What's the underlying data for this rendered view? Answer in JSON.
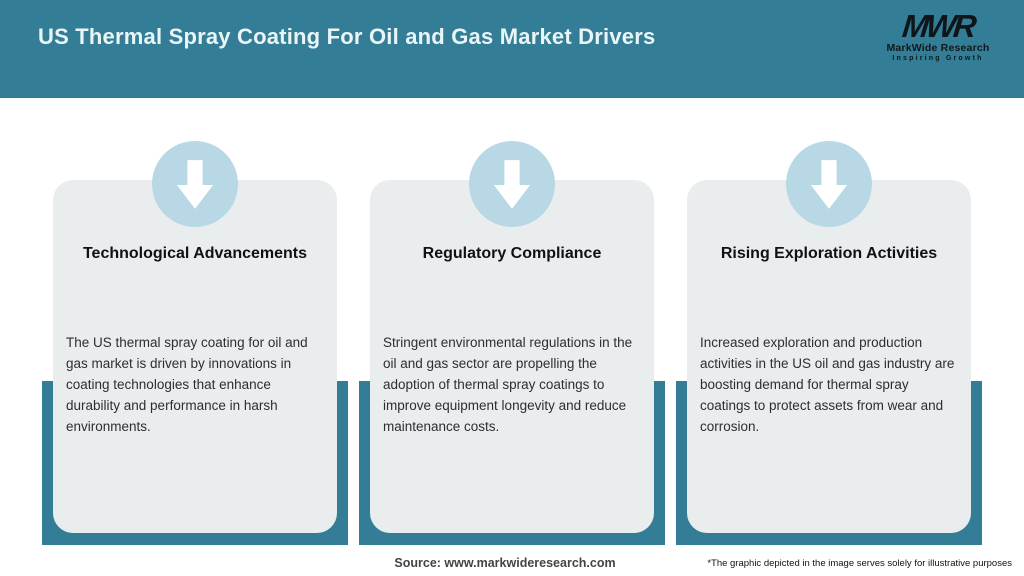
{
  "header": {
    "title": "US Thermal Spray Coating For Oil and Gas Market Drivers",
    "logo": {
      "acronym": "MWR",
      "name": "MarkWide Research",
      "tagline": "Inspiring Growth"
    }
  },
  "cards": [
    {
      "icon": "down-arrow-icon",
      "title": "Technological Advancements",
      "description": "The US thermal spray coating for oil and gas market is driven by innovations in coating technologies that enhance durability and performance in harsh environments."
    },
    {
      "icon": "down-arrow-icon",
      "title": "Regulatory Compliance",
      "description": "Stringent environmental regulations in the oil and gas sector are propelling the adoption of thermal spray coatings to improve equipment longevity and reduce maintenance costs."
    },
    {
      "icon": "down-arrow-icon",
      "title": "Rising Exploration Activities",
      "description": "Increased exploration and production activities in the US oil and gas industry are boosting demand for thermal spray coatings to protect assets from wear and corrosion."
    }
  ],
  "footer": {
    "source": "Source: www.markwideresearch.com",
    "disclaimer": "*The graphic depicted in the image serves solely for illustrative purposes"
  },
  "colors": {
    "header_teal": "#337e96",
    "backing_teal": "#337e96",
    "card_background": "#e9edee",
    "circle_blue": "#b7d8e4",
    "arrow_white": "#ffffff",
    "title_text": "#111111",
    "body_text": "#2e2e2e",
    "header_text": "#eaf5f8",
    "source_text": "#444444"
  }
}
